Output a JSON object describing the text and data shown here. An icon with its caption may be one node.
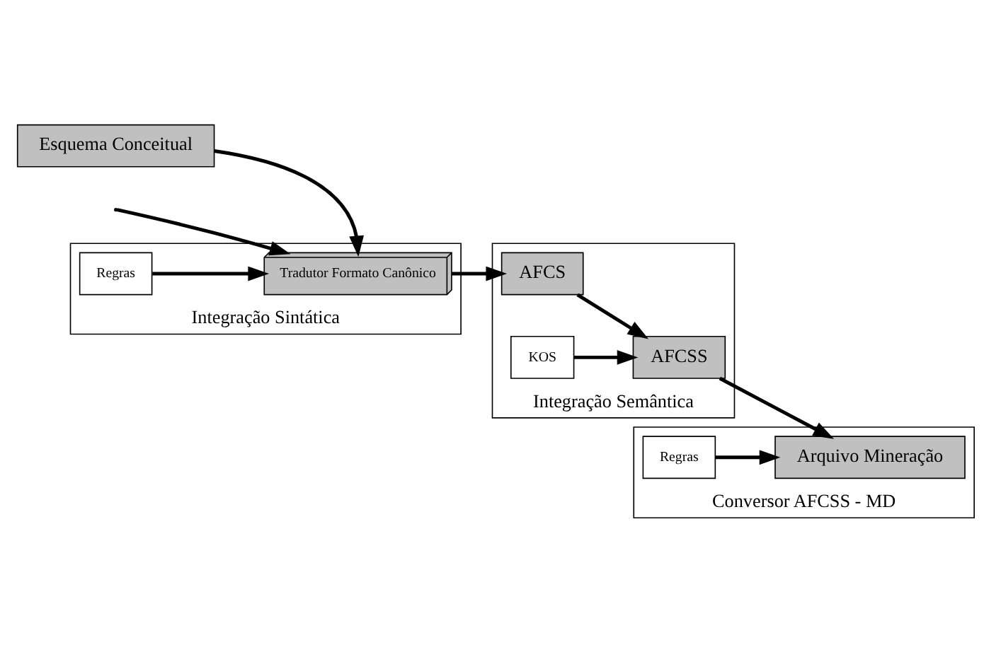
{
  "diagram": {
    "nodes": [
      {
        "text": [
          "Esquema Conceitual"
        ]
      },
      {
        "text": [
          "Integração Sintática"
        ]
      },
      {
        "text": [
          "Tradutor Formato Canônico"
        ],
        "in": 1
      },
      {
        "text": [
          "Regras"
        ],
        "in": 1
      },
      {
        "text": [
          "Integração Semântica"
        ]
      },
      {
        "text": [
          "AFCS"
        ],
        "in": 4
      },
      {
        "text": [
          "AFCSS"
        ],
        "in": 4
      },
      {
        "text": [
          "KOS"
        ],
        "in": 4
      },
      {
        "text": [
          "Conversor AFCSS - MD"
        ]
      },
      {
        "text": [
          "Arquivo Mineração"
        ],
        "in": 8
      },
      {
        "text": [
          "Regras"
        ],
        "in": 8
      }
    ],
    "edges": [
      {
        "from": 0,
        "to": 2,
        "arrow": "to"
      },
      {
        "from": null,
        "to": 2,
        "arrow": "to"
      },
      {
        "from": 3,
        "to": 2,
        "arrow": "to"
      },
      {
        "from": 2,
        "to": 5,
        "arrow": "to"
      },
      {
        "from": 5,
        "to": 6,
        "arrow": "to"
      },
      {
        "from": 7,
        "to": 6,
        "arrow": "to"
      },
      {
        "from": 6,
        "to": 9,
        "arrow": "to"
      },
      {
        "from": 10,
        "to": 9,
        "arrow": "to"
      }
    ]
  }
}
